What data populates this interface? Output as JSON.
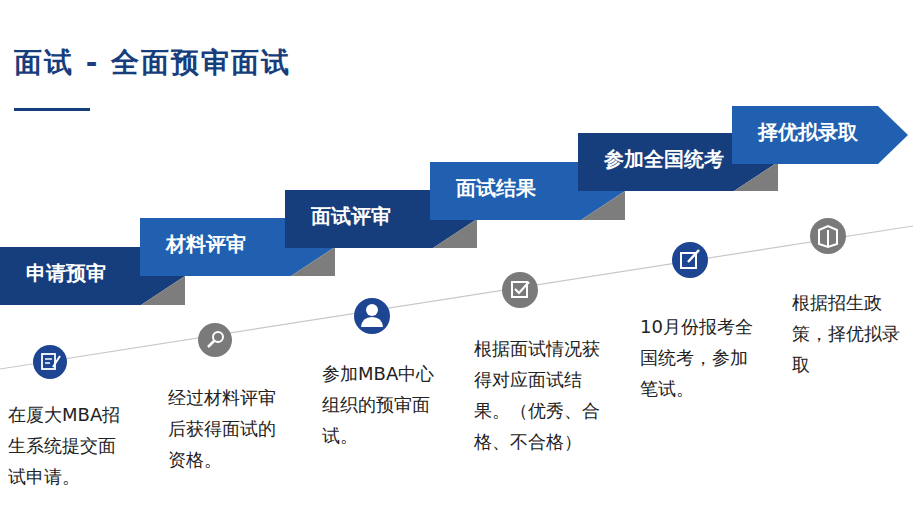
{
  "diagram": {
    "title": "面试 - 全面预审面试",
    "nodes": [
      {
        "text": [
          "申请预审"
        ]
      },
      {
        "text": [
          "材料评审"
        ]
      },
      {
        "text": [
          "面试评审"
        ]
      },
      {
        "text": [
          "面试结果"
        ]
      },
      {
        "text": [
          "参加全国统考"
        ]
      },
      {
        "text": [
          "择优拟录取"
        ]
      }
    ],
    "labels": [
      "在厦大MBA招生系统提交面试申请。",
      "经过材料评审后获得面试的资格。",
      "参加MBA中心组织的预审面试。",
      "根据面试情况获得对应面试结果。（优秀、合格、不合格）",
      "10月份报考全国统考，参加笔试。",
      "根据招生政策，择优拟录取"
    ]
  }
}
